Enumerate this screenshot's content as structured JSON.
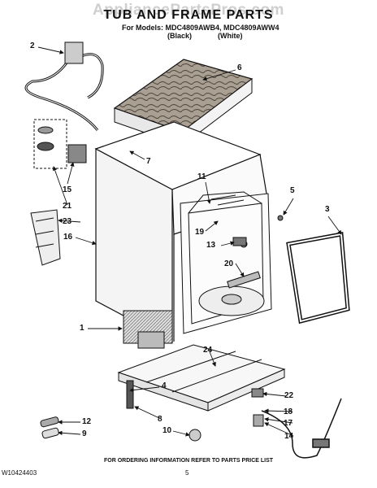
{
  "watermark": "AppliancePartsPros.com",
  "header": {
    "title": "TUB AND FRAME PARTS",
    "models_line": "For Models: MDC4809AWB4, MDC4809AWW4",
    "variant_black": "(Black)",
    "variant_white": "(White)"
  },
  "callouts": [
    {
      "id": "c1",
      "label": "1"
    },
    {
      "id": "c2",
      "label": "2"
    },
    {
      "id": "c3",
      "label": "3"
    },
    {
      "id": "c4",
      "label": "4"
    },
    {
      "id": "c5",
      "label": "5"
    },
    {
      "id": "c6",
      "label": "6"
    },
    {
      "id": "c7",
      "label": "7"
    },
    {
      "id": "c8",
      "label": "8"
    },
    {
      "id": "c9",
      "label": "9"
    },
    {
      "id": "c10",
      "label": "10"
    },
    {
      "id": "c11",
      "label": "11"
    },
    {
      "id": "c12",
      "label": "12"
    },
    {
      "id": "c13",
      "label": "13"
    },
    {
      "id": "c14",
      "label": "14"
    },
    {
      "id": "c15",
      "label": "15"
    },
    {
      "id": "c16",
      "label": "16"
    },
    {
      "id": "c17",
      "label": "17"
    },
    {
      "id": "c18",
      "label": "18"
    },
    {
      "id": "c19",
      "label": "19"
    },
    {
      "id": "c20",
      "label": "20"
    },
    {
      "id": "c21",
      "label": "21"
    },
    {
      "id": "c22",
      "label": "22"
    },
    {
      "id": "c23",
      "label": "23"
    },
    {
      "id": "c24",
      "label": "24"
    }
  ],
  "footer": {
    "note": "FOR ORDERING INFORMATION REFER TO PARTS PRICE LIST",
    "doc_number": "W10424403",
    "page_number": "5"
  }
}
